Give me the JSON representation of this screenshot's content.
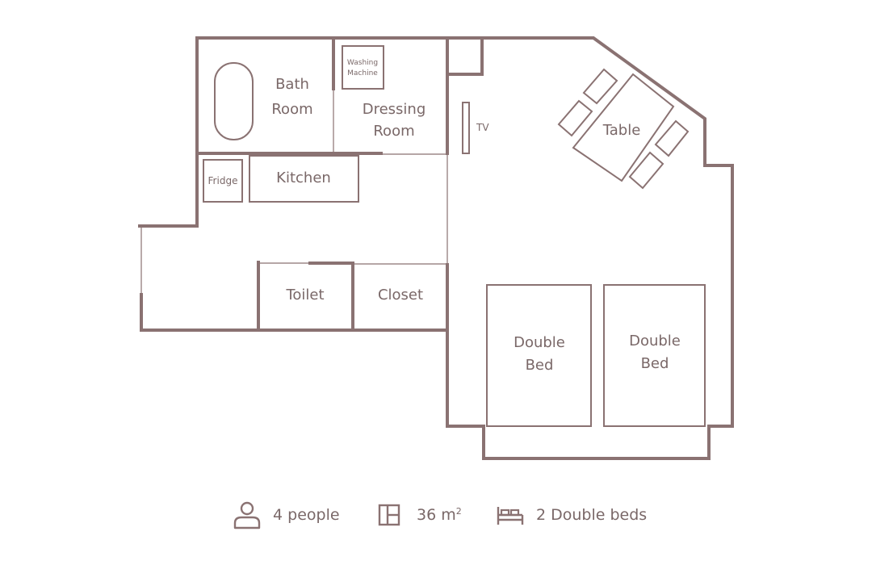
{
  "rooms": {
    "bath_line1": "Bath",
    "bath_line2": "Room",
    "washing_line1": "Washing",
    "washing_line2": "Machine",
    "dressing_line1": "Dressing",
    "dressing_line2": "Room",
    "tv": "TV",
    "table": "Table",
    "fridge": "Fridge",
    "kitchen": "Kitchen",
    "toilet": "Toilet",
    "closet": "Closet",
    "bed1_line1": "Double",
    "bed1_line2": "Bed",
    "bed2_line1": "Double",
    "bed2_line2": "Bed"
  },
  "info": {
    "people": {
      "icon": "person-icon",
      "text": "4 people"
    },
    "area": {
      "icon": "floorplan-icon",
      "value": "36 m",
      "unit_sup": "2"
    },
    "beds": {
      "icon": "bed-icon",
      "text": "2 Double beds"
    }
  },
  "colors": {
    "line": "#8a7272",
    "text": "#7a6868",
    "background": "#ffffff"
  }
}
